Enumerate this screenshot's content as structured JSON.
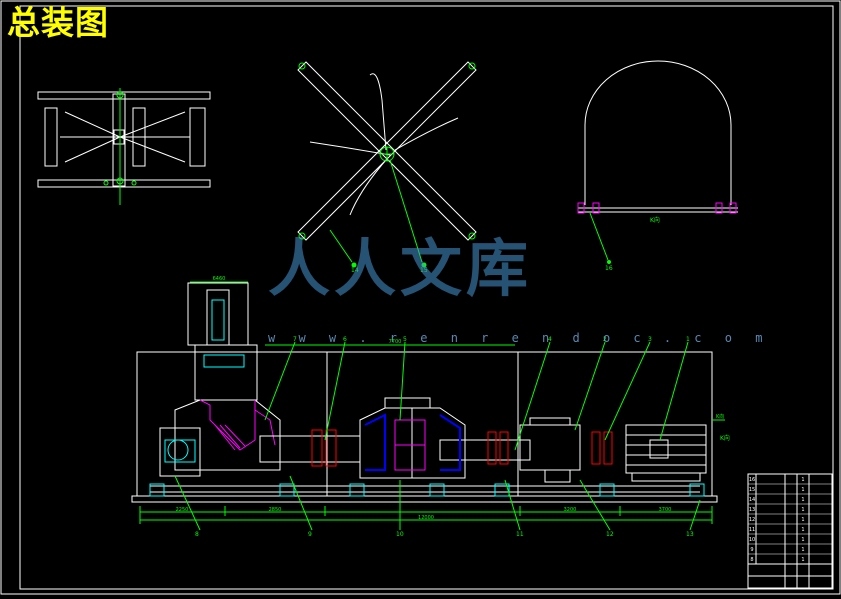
{
  "drawing": {
    "title": "总装图",
    "watermark": {
      "text": "人人文库",
      "url": "w w w . r e n r e n d o c . c o m"
    },
    "colors": {
      "background": "#000000",
      "frame": "#ffffff",
      "title": "#ffff00",
      "outline": "#ffffff",
      "leader": "#00ff00",
      "dimension": "#00ff00",
      "hatch": "#ff00ff",
      "detail": "#00ffff",
      "component": "#0000ff",
      "flange": "#ff0000"
    },
    "dimensions": {
      "d1": "2250",
      "d2": "2850",
      "d3": "3200",
      "d4": "3700",
      "overall": "12000",
      "mid": "7700",
      "top": "6460"
    },
    "callouts": [
      "1",
      "2",
      "3",
      "4",
      "5",
      "6",
      "7",
      "8",
      "9",
      "10",
      "11",
      "12",
      "13",
      "14",
      "15",
      "16"
    ],
    "view_labels": {
      "right_a": "K向",
      "right_b": "K向",
      "arch": "K向"
    },
    "title_block": {
      "rows": [
        [
          "16",
          "",
          "",
          "1"
        ],
        [
          "15",
          "",
          "",
          "1"
        ],
        [
          "14",
          "",
          "",
          "1"
        ],
        [
          "13",
          "",
          "",
          "1"
        ],
        [
          "12",
          "",
          "",
          "1"
        ],
        [
          "11",
          "",
          "",
          "1"
        ],
        [
          "10",
          "",
          "",
          "1"
        ],
        [
          "9",
          "",
          "",
          "1"
        ],
        [
          "8",
          "",
          "",
          "1"
        ]
      ]
    }
  }
}
